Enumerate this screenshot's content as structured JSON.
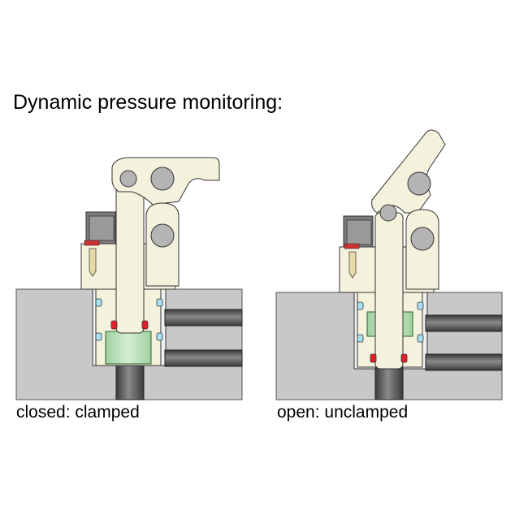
{
  "title": "Dynamic pressure monitoring:",
  "diagrams": [
    {
      "caption": "closed: clamped"
    },
    {
      "caption": "open: unclamped"
    }
  ],
  "colors": {
    "block": "#c8c8c8",
    "lever": "#f4f2dc",
    "rod": "#5c5c5c",
    "piston": "#bfe3bf",
    "seal_red": "#e0202a",
    "seal_blue": "#a8e0f4",
    "pin": "#b4b4b4"
  }
}
